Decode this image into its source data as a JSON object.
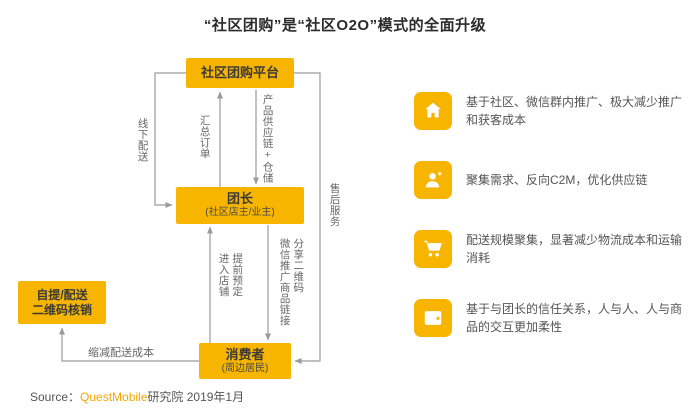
{
  "title": "“社区团购”是“社区O2O”模式的全面升级",
  "flowchart": {
    "nodes": {
      "platform": {
        "label": "社区团购平台"
      },
      "leader": {
        "label": "团长",
        "sub": "(社区店主/业主)"
      },
      "consumer": {
        "label": "消费者",
        "sub": "(周边居民)"
      },
      "pickup": {
        "line1": "自提/配送",
        "line2": "二维码核销"
      }
    },
    "edges": {
      "offline_delivery": "线下配送",
      "aggregate_orders": "汇总订单",
      "supply_chain": "产品供应链+仓储",
      "after_sales": "售后服务",
      "enter_store": "进入店铺\n提前预定",
      "wechat_promo": "微信推广商品链接\n分享二维码",
      "reduce_cost": "缩减配送成本"
    }
  },
  "benefits": [
    {
      "icon": "store-icon",
      "text": "基于社区、微信群内推广、极大减少推广和获客成本"
    },
    {
      "icon": "people-icon",
      "text": "聚集需求、反向C2M，优化供应链"
    },
    {
      "icon": "cart-icon",
      "text": "配送规模聚集，显著减少物流成本和运输消耗"
    },
    {
      "icon": "wallet-icon",
      "text": "基于与团长的信任关系，人与人、人与商品的交互更加柔性"
    }
  ],
  "source": {
    "prefix": "Source：",
    "brand": "QuestMobile",
    "suffix": "研究院 2019年1月"
  },
  "colors": {
    "accent": "#F7B500",
    "arrow": "#9b9b9b"
  }
}
